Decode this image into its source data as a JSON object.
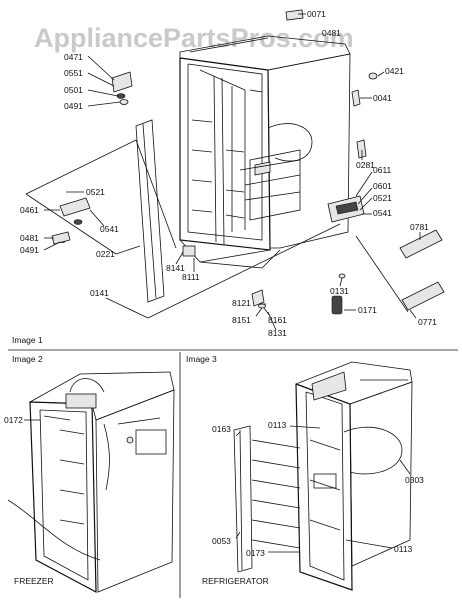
{
  "watermark": "AppliancePartsPros.com",
  "callouts": [
    {
      "id": "c0071",
      "text": "0071"
    },
    {
      "id": "c0481t",
      "text": "0481"
    },
    {
      "id": "c0471",
      "text": "0471"
    },
    {
      "id": "c0551",
      "text": "0551"
    },
    {
      "id": "c0501",
      "text": "0501"
    },
    {
      "id": "c0491t",
      "text": "0491"
    },
    {
      "id": "c0421",
      "text": "0421"
    },
    {
      "id": "c0041",
      "text": "0041"
    },
    {
      "id": "c0281",
      "text": "0281"
    },
    {
      "id": "c0611",
      "text": "0611"
    },
    {
      "id": "c0601",
      "text": "0601"
    },
    {
      "id": "c0521r",
      "text": "0521"
    },
    {
      "id": "c0541r",
      "text": "0541"
    },
    {
      "id": "c0781",
      "text": "0781"
    },
    {
      "id": "c0521l",
      "text": "0521"
    },
    {
      "id": "c0461",
      "text": "0461"
    },
    {
      "id": "c0541l",
      "text": "0541"
    },
    {
      "id": "c0481l",
      "text": "0481"
    },
    {
      "id": "c0491l",
      "text": "0491"
    },
    {
      "id": "c0221",
      "text": "0221"
    },
    {
      "id": "c8141",
      "text": "8141"
    },
    {
      "id": "c8111",
      "text": "8111"
    },
    {
      "id": "c0141",
      "text": "0141"
    },
    {
      "id": "c8121",
      "text": "8121"
    },
    {
      "id": "c8151",
      "text": "8151"
    },
    {
      "id": "c8161",
      "text": "8161"
    },
    {
      "id": "c8131",
      "text": "8131"
    },
    {
      "id": "c0131",
      "text": "0131"
    },
    {
      "id": "c0171",
      "text": "0171"
    },
    {
      "id": "c0771",
      "text": "0771"
    },
    {
      "id": "c0172",
      "text": "0172"
    },
    {
      "id": "c0163",
      "text": "0163"
    },
    {
      "id": "c0113t",
      "text": "0113"
    },
    {
      "id": "c0303",
      "text": "0303"
    },
    {
      "id": "c0053",
      "text": "0053"
    },
    {
      "id": "c0173",
      "text": "0173"
    },
    {
      "id": "c0113b",
      "text": "0113"
    }
  ],
  "captions": {
    "image1": "Image 1",
    "image2": "Image 2",
    "image3": "Image 3",
    "freezer": "FREEZER",
    "refrigerator": "REFRIGERATOR"
  }
}
